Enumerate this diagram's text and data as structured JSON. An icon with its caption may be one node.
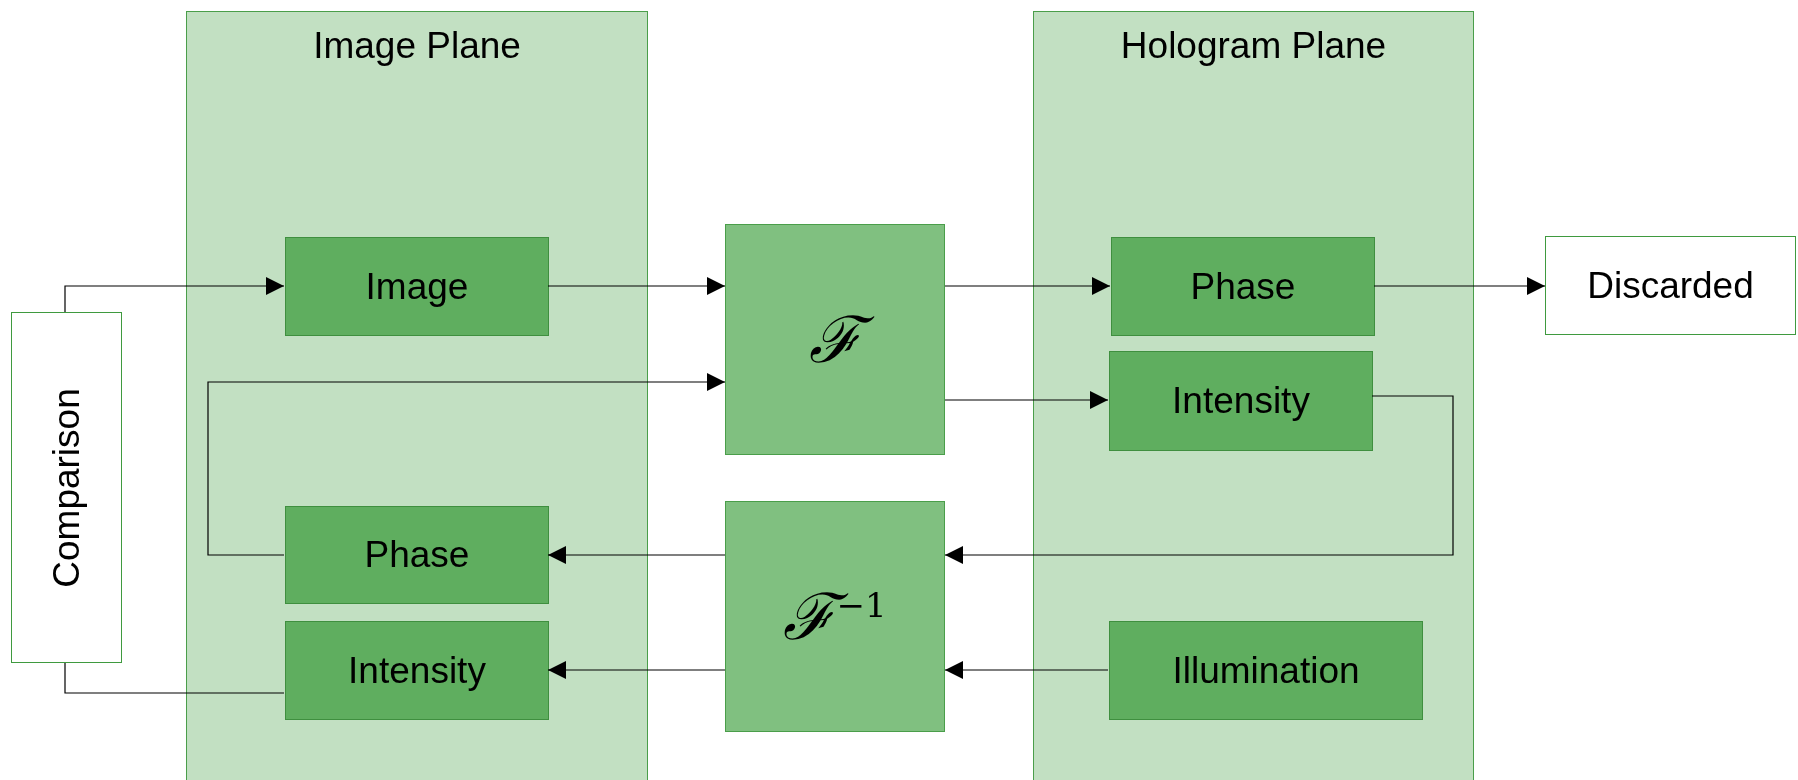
{
  "diagram": {
    "nodes": [
      {
        "text": [
          "Comparison"
        ]
      },
      {
        "text": [
          "Image Plane"
        ]
      },
      {
        "text": [
          "Image"
        ],
        "in": 1
      },
      {
        "text": [
          "Phase"
        ],
        "in": 1
      },
      {
        "text": [
          "Intensity"
        ],
        "in": 1
      },
      {
        "text": [
          "ℱ"
        ]
      },
      {
        "text": [
          "ℱ$^{−1}$"
        ]
      },
      {
        "text": [
          "Hologram Plane"
        ]
      },
      {
        "text": [
          "Phase"
        ],
        "in": 7
      },
      {
        "text": [
          "Intensity"
        ],
        "in": 7
      },
      {
        "text": [
          "Illumination"
        ],
        "in": 7
      },
      {
        "text": [
          "Discarded"
        ]
      }
    ],
    "edges": [
      {
        "from": 0,
        "to": 2,
        "arrow": "to"
      },
      {
        "from": 2,
        "to": 5,
        "arrow": "to"
      },
      {
        "from": 5,
        "to": 8,
        "arrow": "to"
      },
      {
        "from": 8,
        "to": 11,
        "arrow": "to"
      },
      {
        "from": 5,
        "to": 9,
        "arrow": "to"
      },
      {
        "from": 9,
        "to": 6,
        "arrow": "to"
      },
      {
        "from": 6,
        "to": 3,
        "arrow": "to"
      },
      {
        "from": 6,
        "to": 4,
        "arrow": "to"
      },
      {
        "from": 10,
        "to": 6,
        "arrow": "to"
      },
      {
        "from": 3,
        "to": 5,
        "arrow": "to"
      },
      {
        "from": 4,
        "to": 0,
        "arrow": "none"
      }
    ]
  }
}
